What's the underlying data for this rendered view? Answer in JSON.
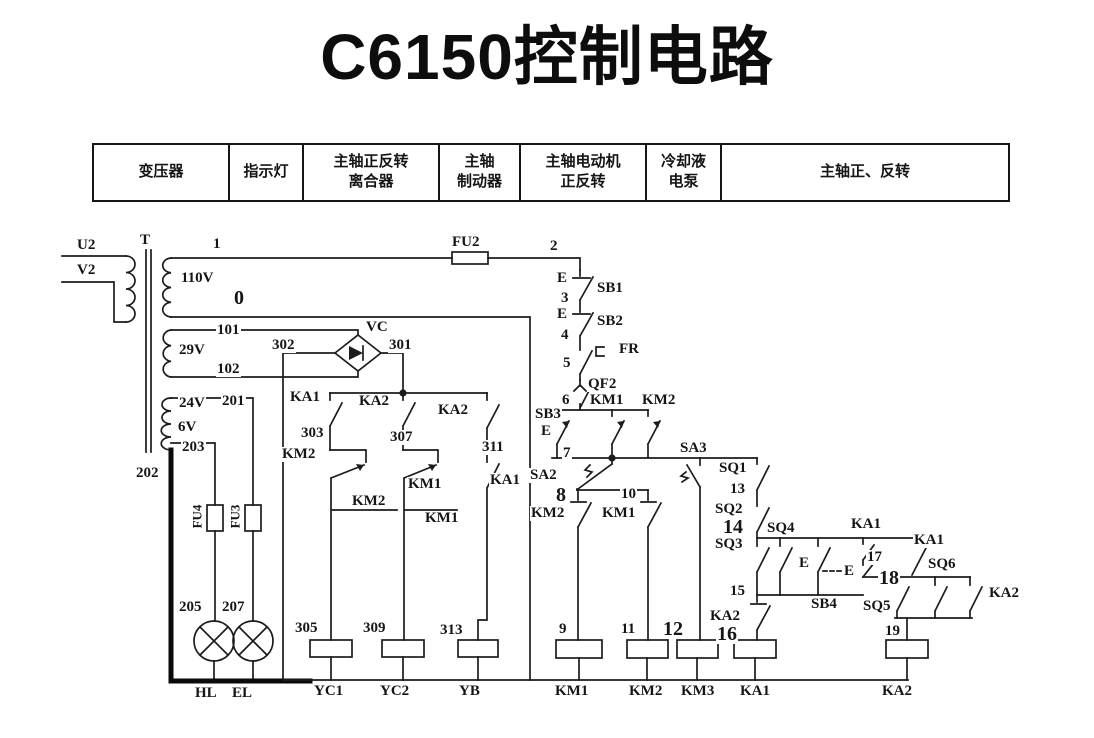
{
  "title": "C6150控制电路",
  "header": {
    "columns": [
      "变压器",
      "指示灯",
      "主轴正反转\n离合器",
      "主轴\n制动器",
      "主轴电动机\n正反转",
      "冷却液\n电泵",
      "主轴正、反转"
    ]
  },
  "diagram": {
    "labels": {
      "u2": "U2",
      "v2": "V2",
      "t": "T",
      "n1": "1",
      "v110": "110V",
      "n0": "0",
      "fu2": "FU2",
      "n2": "2",
      "e_sb1": "E",
      "sb1": "SB1",
      "n3": "3",
      "e_sb2": "E",
      "sb2": "SB2",
      "n4": "4",
      "fr": "FR",
      "n5": "5",
      "qf2": "QF2",
      "n6": "6",
      "km1_hold": "KM1",
      "km2_hold": "KM2",
      "sb3": "SB3",
      "e_sb3": "E",
      "n7": "7",
      "sa2": "SA2",
      "n8": "8",
      "n10": "10",
      "km2_a": "KM2",
      "km1_b": "KM1",
      "n101": "101",
      "v29": "29V",
      "n102": "102",
      "n302": "302",
      "vc": "VC",
      "n301": "301",
      "ka1_1": "KA1",
      "ka2_2": "KA2",
      "ka2_3": "KA2",
      "n303": "303",
      "n307": "307",
      "n311": "311",
      "km2_il": "KM2",
      "km1_il": "KM1",
      "ka1_3": "KA1",
      "km2_x": "KM2",
      "km1_x": "KM1",
      "v24": "24V",
      "n201": "201",
      "v6": "6V",
      "n203": "203",
      "n202": "202",
      "fu4": "FU4",
      "fu3": "FU3",
      "n205": "205",
      "n207": "207",
      "hl": "HL",
      "el": "EL",
      "n305": "305",
      "n309": "309",
      "n313": "313",
      "yc1": "YC1",
      "yc2": "YC2",
      "yb": "YB",
      "n9": "9",
      "n11": "11",
      "n12": "12",
      "km1_c": "KM1",
      "km2_c": "KM2",
      "km3_c": "KM3",
      "ka2_nc": "KA2",
      "n16": "16",
      "ka1_c": "KA1",
      "n19": "19",
      "ka2_c": "KA2",
      "sa3": "SA3",
      "sq1": "SQ1",
      "n13": "13",
      "sq2": "SQ2",
      "n14": "14",
      "sq3": "SQ3",
      "n15": "15",
      "sq4": "SQ4",
      "e_sb4a": "E",
      "e_sb4b": "E",
      "sb4": "SB4",
      "ka1_a": "KA1",
      "n17": "17",
      "ka1_b2": "KA1",
      "n18": "18",
      "sq6": "SQ6",
      "ka2_r": "KA2",
      "sq5": "SQ5"
    }
  }
}
